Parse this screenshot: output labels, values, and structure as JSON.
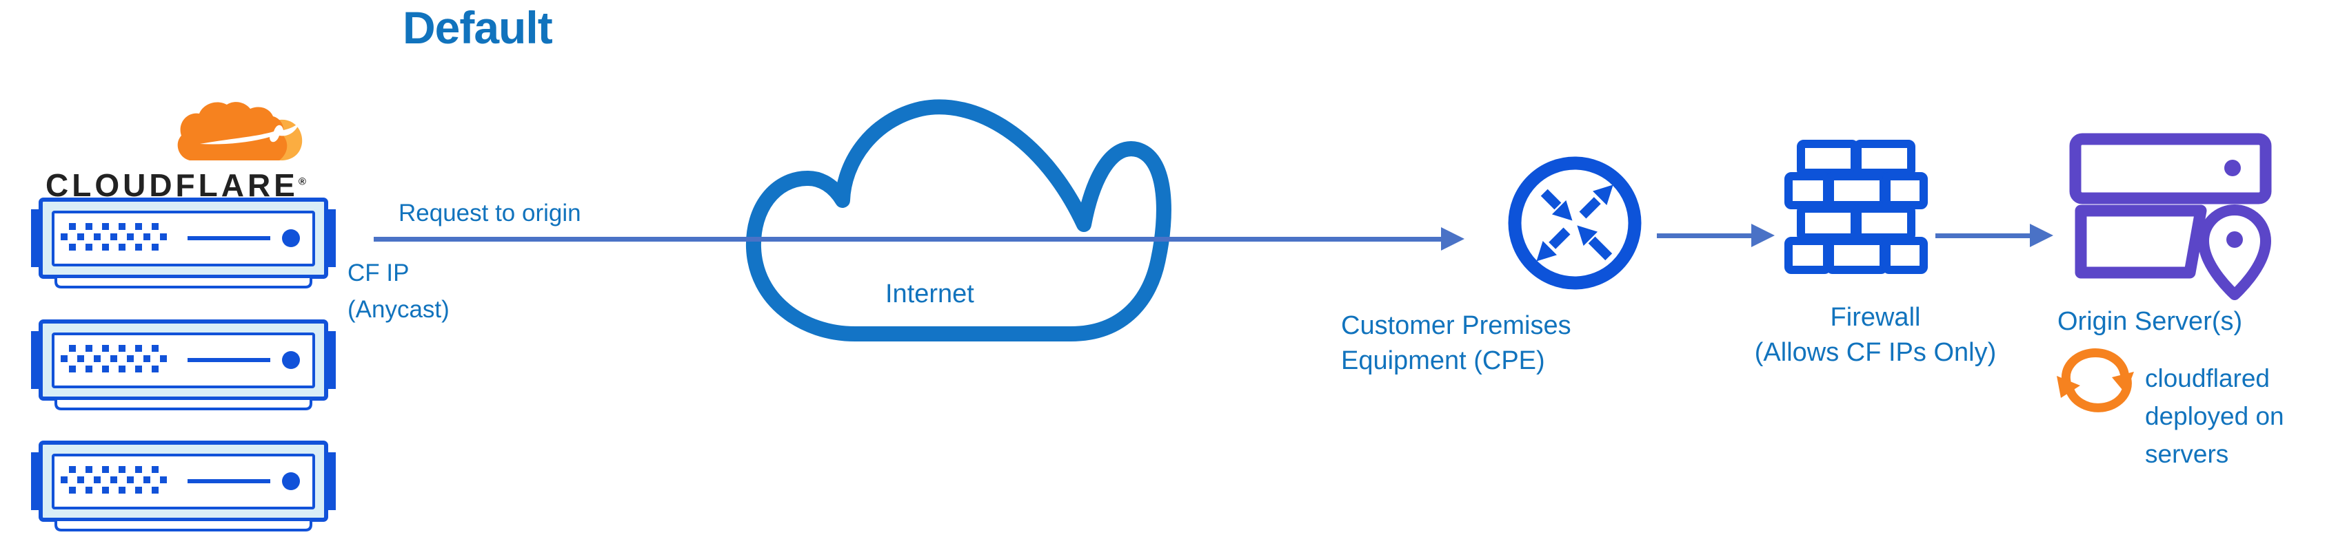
{
  "title": "Default",
  "logo": {
    "brand": "CLOUDFLARE",
    "reg_mark": "®"
  },
  "labels": {
    "request_to_origin": "Request to origin",
    "cf_ip_line1": "CF IP",
    "cf_ip_line2": "(Anycast)",
    "internet": "Internet",
    "cpe_line1": "Customer Premises",
    "cpe_line2": "Equipment (CPE)",
    "firewall_line1": "Firewall",
    "firewall_line2": "(Allows CF IPs Only)",
    "origin_servers": "Origin Server(s)",
    "cloudflared_line1": "cloudflared",
    "cloudflared_line2": "deployed on",
    "cloudflared_line3": "servers"
  },
  "icons": {
    "cloudflare_logo": "cloudflare-cloud-logo",
    "edge_servers": "cloudflare-edge-server-stack (3 servers)",
    "internet_cloud": "internet-cloud-outline",
    "cpe_router": "router-circle-with-four-arrows",
    "firewall": "brick-wall",
    "origin": "stacked-servers-with-location-pin",
    "cloudflared": "orange-sync-arrows"
  },
  "colors": {
    "text_blue": "#1173bd",
    "connector_blue": "#4a72c6",
    "icon_blue": "#0d53d9",
    "server_fill": "#d9eef7",
    "cloud_stroke": "#1374c6",
    "origin_purple": "#5b46c8",
    "cf_orange": "#f6821f",
    "cf_orange_light": "#fbad41",
    "wordmark_dark": "#222222"
  }
}
